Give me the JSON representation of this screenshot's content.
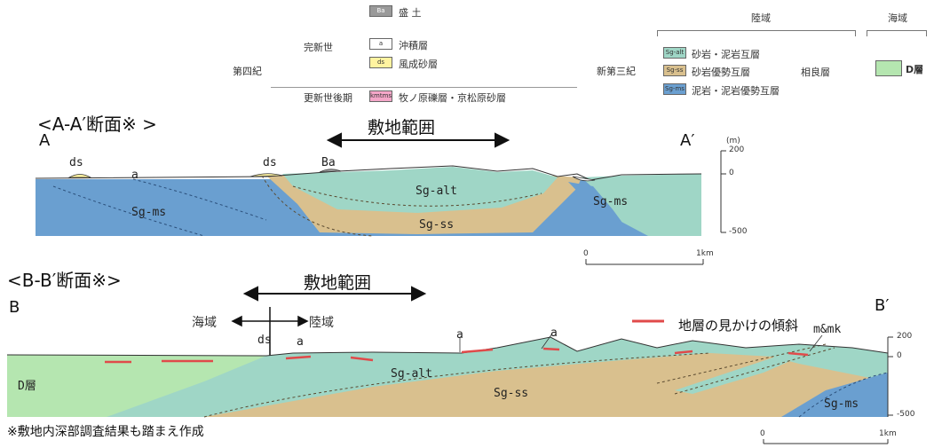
{
  "legend": {
    "quaternary": "第四紀",
    "holocene": "完新世",
    "pleistocene": "更新世後期",
    "fill": {
      "code": "Ba",
      "label": "盛 土",
      "color": "#9a9a9a"
    },
    "alluvium": {
      "code": "a",
      "label": "沖積層",
      "color": "#ffffff"
    },
    "dune": {
      "code": "ds",
      "label": "風成砂層",
      "color": "#fff3a0"
    },
    "makinohara": {
      "code": "kmtms",
      "label": "牧ノ原礫層・京松原砂層",
      "color": "#f4a6c8"
    },
    "neogene": "新第三紀",
    "land_header": "陸域",
    "sea_header": "海域",
    "sagara": "相良層",
    "alt": {
      "code": "Sg-alt",
      "label": "砂岩・泥岩互層",
      "color": "#9fd6c6"
    },
    "ss": {
      "code": "Sg-ss",
      "label": "砂岩優勢互層",
      "color": "#d9c08e"
    },
    "ms": {
      "code": "Sg-ms",
      "label": "泥岩・泥岩優勢互層",
      "color": "#6a9fd0"
    },
    "d_swatch_color": "#b5e6b0",
    "d_label": "D層"
  },
  "sectionA": {
    "title": "<A-A′断面※ >",
    "left": "A",
    "right": "A′",
    "site": "敷地範囲",
    "labels": {
      "ds1": "ds",
      "a": "a",
      "ds2": "ds",
      "ba": "Ba",
      "alt": "Sg-alt",
      "ss": "Sg-ss",
      "ms_left": "Sg-ms",
      "ms_right": "Sg-ms"
    },
    "scale_unit": "(m)",
    "scale_ticks": [
      "200",
      "0",
      "-500"
    ],
    "hscale_start": "0",
    "hscale_end": "1km"
  },
  "sectionB": {
    "title": "<B-B′断面※>",
    "left": "B",
    "right": "B′",
    "site": "敷地範囲",
    "sea": "海域",
    "land": "陸域",
    "dip_legend": "地層の見かけの傾斜",
    "labels": {
      "ds": "ds",
      "a1": "a",
      "a2": "a",
      "a3": "a",
      "mk": "m&mk",
      "alt": "Sg-alt",
      "ss": "Sg-ss",
      "ms": "Sg-ms",
      "d": "D層"
    },
    "scale_ticks": [
      "200",
      "0",
      "-500"
    ],
    "hscale_start": "0",
    "hscale_end": "1km"
  },
  "footnote": "※敷地内深部調査結果も踏まえ作成",
  "colors": {
    "alt": "#9fd6c6",
    "ss": "#d9c08e",
    "ms": "#6a9fd0",
    "dip": "#e04a4a"
  }
}
